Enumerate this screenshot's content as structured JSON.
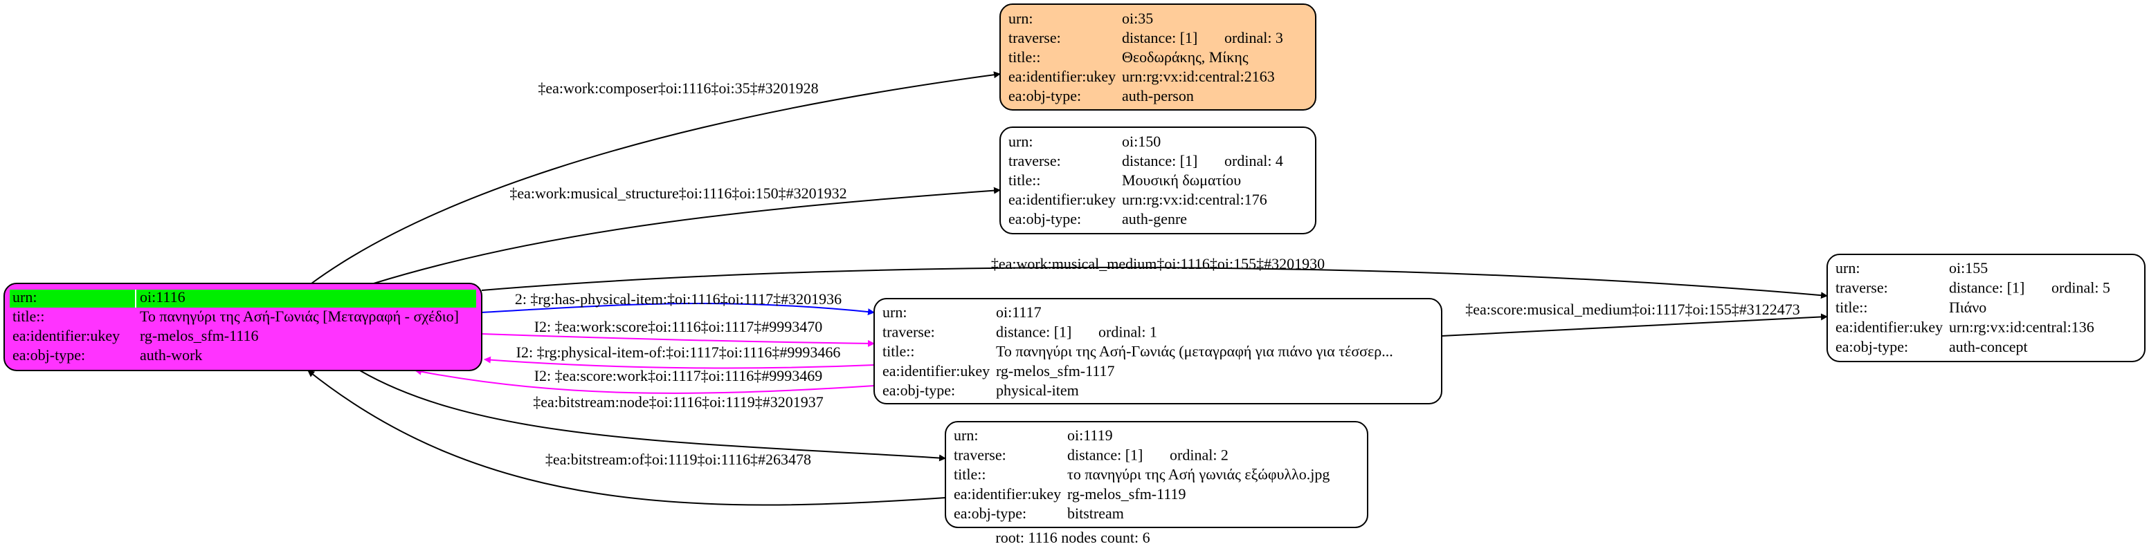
{
  "nodes": [
    {
      "id": "oi:1116",
      "fill": "#ff33ff",
      "highlight": "#00ee00",
      "rows": [
        {
          "label": "urn:",
          "value": "oi:1116"
        },
        {
          "label": "title::",
          "value": "Το πανηγύρι της Ασή-Γωνιάς [Μεταγραφή - σχέδιο]"
        },
        {
          "label": "ea:identifier:ukey",
          "value": "rg-melos_sfm-1116"
        },
        {
          "label": "ea:obj-type:",
          "value": "auth-work"
        }
      ]
    },
    {
      "id": "oi:35",
      "fill": "#ffcc99",
      "rows": [
        {
          "label": "urn:",
          "value": "oi:35"
        },
        {
          "label": "traverse:",
          "value": "distance: [1]",
          "extra": "ordinal: 3"
        },
        {
          "label": "title::",
          "value": "Θεοδωράκης, Μίκης"
        },
        {
          "label": "ea:identifier:ukey",
          "value": "urn:rg:vx:id:central:2163"
        },
        {
          "label": "ea:obj-type:",
          "value": "auth-person"
        }
      ]
    },
    {
      "id": "oi:150",
      "fill": "#ffffff",
      "rows": [
        {
          "label": "urn:",
          "value": "oi:150"
        },
        {
          "label": "traverse:",
          "value": "distance: [1]",
          "extra": "ordinal: 4"
        },
        {
          "label": "title::",
          "value": "Μουσική δωματίου"
        },
        {
          "label": "ea:identifier:ukey",
          "value": "urn:rg:vx:id:central:176"
        },
        {
          "label": "ea:obj-type:",
          "value": "auth-genre"
        }
      ]
    },
    {
      "id": "oi:1117",
      "fill": "#ffffff",
      "rows": [
        {
          "label": "urn:",
          "value": "oi:1117"
        },
        {
          "label": "traverse:",
          "value": "distance: [1]",
          "extra": "ordinal: 1"
        },
        {
          "label": "title::",
          "value": "Το πανηγύρι της Ασή-Γωνιάς (μεταγραφή για πιάνο για τέσσερ..."
        },
        {
          "label": "ea:identifier:ukey",
          "value": "rg-melos_sfm-1117"
        },
        {
          "label": "ea:obj-type:",
          "value": "physical-item"
        }
      ]
    },
    {
      "id": "oi:155",
      "fill": "#ffffff",
      "rows": [
        {
          "label": "urn:",
          "value": "oi:155"
        },
        {
          "label": "traverse:",
          "value": "distance: [1]",
          "extra": "ordinal: 5"
        },
        {
          "label": "title::",
          "value": "Πιάνο"
        },
        {
          "label": "ea:identifier:ukey",
          "value": "urn:rg:vx:id:central:136"
        },
        {
          "label": "ea:obj-type:",
          "value": "auth-concept"
        }
      ]
    },
    {
      "id": "oi:1119",
      "fill": "#ffffff",
      "rows": [
        {
          "label": "urn:",
          "value": "oi:1119"
        },
        {
          "label": "traverse:",
          "value": "distance: [1]",
          "extra": "ordinal: 2"
        },
        {
          "label": "title::",
          "value": "το πανηγύρι της Ασή γωνιάς εξώφυλλο.jpg"
        },
        {
          "label": "ea:identifier:ukey",
          "value": "rg-melos_sfm-1119"
        },
        {
          "label": "ea:obj-type:",
          "value": "bitstream"
        }
      ]
    }
  ],
  "edges": [
    {
      "label": "‡ea:work:composer‡oi:1116‡oi:35‡#3201928",
      "color": "#000000"
    },
    {
      "label": "‡ea:work:musical_structure‡oi:1116‡oi:150‡#3201932",
      "color": "#000000"
    },
    {
      "label": "‡ea:work:musical_medium‡oi:1116‡oi:155‡#3201930",
      "color": "#000000"
    },
    {
      "label": "2: ‡rg:has-physical-item:‡oi:1116‡oi:1117‡#3201936",
      "color": "#0000ff"
    },
    {
      "label": "I2: ‡ea:work:score‡oi:1116‡oi:1117‡#9993470",
      "color": "#ff00ff"
    },
    {
      "label": "I2: ‡rg:physical-item-of:‡oi:1117‡oi:1116‡#9993466",
      "color": "#ff00ff"
    },
    {
      "label": "I2: ‡ea:score:work‡oi:1117‡oi:1116‡#9993469",
      "color": "#ff00ff"
    },
    {
      "label": "‡ea:bitstream:node‡oi:1116‡oi:1119‡#3201937",
      "color": "#000000"
    },
    {
      "label": "‡ea:bitstream:of‡oi:1119‡oi:1116‡#263478",
      "color": "#000000"
    },
    {
      "label": "‡ea:score:musical_medium‡oi:1117‡oi:155‡#3122473",
      "color": "#000000"
    }
  ],
  "footer": "root: 1116 nodes count: 6"
}
